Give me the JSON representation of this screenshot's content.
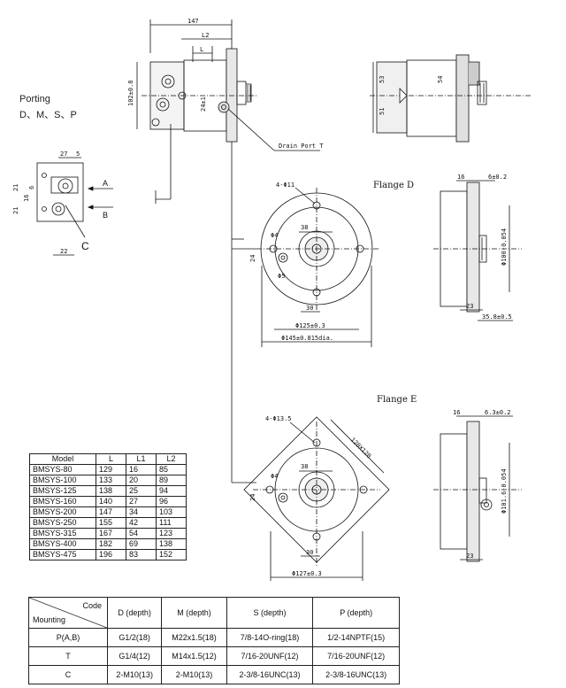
{
  "porting": {
    "title": "Porting",
    "codes": "D、M、S、P"
  },
  "labels": {
    "flange_d": "Flange D",
    "flange_e": "Flange E",
    "drain_port": "Drain Port T",
    "port_a": "A",
    "port_b": "B",
    "port_c": "C"
  },
  "dims": {
    "top_147": "147",
    "top_l2": "L2",
    "top_l": "L",
    "top_102": "102±0.8",
    "top_24": "24±1",
    "side_53": "53",
    "side_54": "54",
    "side_51": "51",
    "port_27": "27",
    "port_5": "5",
    "port_21a": "21",
    "port_21b": "21",
    "port_16": "16",
    "port_6": "6",
    "port_22": "22",
    "fd_4m": "4-Φ11",
    "fd_38": "38",
    "fd_phi4": "Φ4",
    "fd_phi5": "Φ5",
    "fd_24": "24",
    "fd_30": "30",
    "fd_125": "Φ125±0.3",
    "fd_145": "Φ145±0.815dia.",
    "fds_16": "16",
    "fds_6": "6±0.2",
    "fds_100": "Φ100-0.054",
    "fds_23": "23",
    "fds_35": "35.8±0.5",
    "fe_4m": "4-Φ13.5",
    "fe_120": "120X120",
    "fe_phi4": "Φ4",
    "fe_38": "38",
    "fe_24": "24",
    "fe_30": "30",
    "fe_127": "Φ127±0.3",
    "fes_16": "16",
    "fes_63": "6.3±0.2",
    "fes_101": "Φ101.6-0.054",
    "fes_23": "23"
  },
  "model_table": {
    "headers": [
      "Model",
      "L",
      "L1",
      "L2"
    ],
    "rows": [
      [
        "BMSYS-80",
        "129",
        "16",
        "85"
      ],
      [
        "BMSYS-100",
        "133",
        "20",
        "89"
      ],
      [
        "BMSYS-125",
        "138",
        "25",
        "94"
      ],
      [
        "BMSYS-160",
        "140",
        "27",
        "96"
      ],
      [
        "BMSYS-200",
        "147",
        "34",
        "103"
      ],
      [
        "BMSYS-250",
        "155",
        "42",
        "111"
      ],
      [
        "BMSYS-315",
        "167",
        "54",
        "123"
      ],
      [
        "BMSYS-400",
        "182",
        "69",
        "138"
      ],
      [
        "BMSYS-475",
        "196",
        "83",
        "152"
      ]
    ]
  },
  "mount_table": {
    "corner_code": "Code",
    "corner_mounting": "Mounting",
    "headers": [
      "D (depth)",
      "M (depth)",
      "S (depth)",
      "P (depth)"
    ],
    "rows": [
      [
        "P(A,B)",
        "G1/2(18)",
        "M22x1.5(18)",
        "7/8-14O-ring(18)",
        "1/2-14NPTF(15)"
      ],
      [
        "T",
        "G1/4(12)",
        "M14x1.5(12)",
        "7/16-20UNF(12)",
        "7/16-20UNF(12)"
      ],
      [
        "C",
        "2-M10(13)",
        "2-M10(13)",
        "2-3/8-16UNC(13)",
        "2-3/8-16UNC(13)"
      ]
    ]
  }
}
